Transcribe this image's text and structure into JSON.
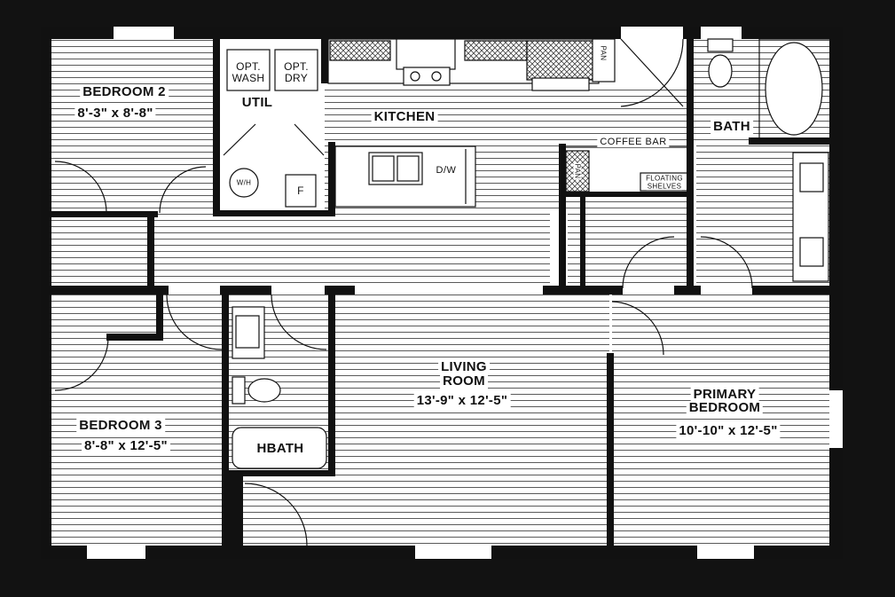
{
  "rooms": {
    "bedroom2": {
      "name": "BEDROOM 2",
      "size": "8'-3\" x 8'-8\""
    },
    "bedroom3": {
      "name": "BEDROOM 3",
      "size": "8'-8\" x 12'-5\""
    },
    "living": {
      "name_line1": "LIVING",
      "name_line2": "ROOM",
      "size": "13'-9\" x 12'-5\""
    },
    "primary": {
      "name_line1": "PRIMARY",
      "name_line2": "BEDROOM",
      "size": "10'-10\" x 12'-5\""
    },
    "kitchen": {
      "name": "KITCHEN"
    },
    "util": {
      "name": "UTIL"
    },
    "bath": {
      "name": "BATH"
    },
    "hbath": {
      "name": "HBATH"
    }
  },
  "fixtures": {
    "washer_line1": "OPT.",
    "washer_line2": "WASH",
    "dryer_line1": "OPT.",
    "dryer_line2": "DRY",
    "water_heater": "W/H",
    "furnace": "F",
    "dishwasher": "D/W",
    "coffee_bar": "COFFEE BAR",
    "floating_shelves_line1": "FLOATING",
    "floating_shelves_line2": "SHELVES",
    "pantry_kitchen": "PAN",
    "pantry_coffee": "PAN"
  },
  "colors": {
    "background": "#121212",
    "wall": "#111111",
    "floor_line": "#555555",
    "paper": "#ffffff"
  }
}
